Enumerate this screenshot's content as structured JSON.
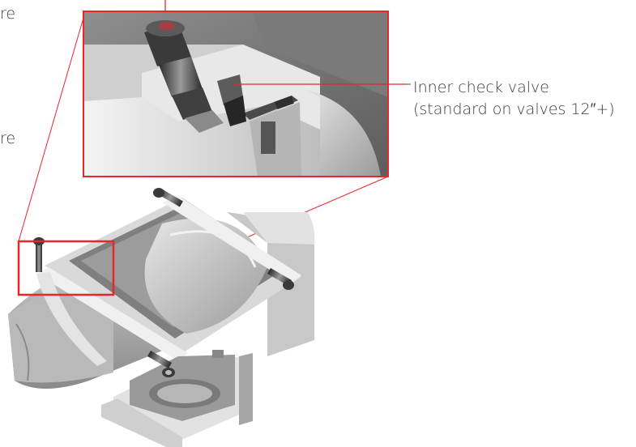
{
  "callout": {
    "line1": "Inner check valve",
    "line2": "(standard on valves 12″+)"
  },
  "clipped_text": {
    "top": "re",
    "middle": "re"
  },
  "colors": {
    "highlight": "#e8262b",
    "leader": "#e8262b",
    "steel_light": "#dcdcdc",
    "steel_mid": "#a8a8a8",
    "steel_dark": "#6f6f6f",
    "text": "#3c3c3c"
  }
}
